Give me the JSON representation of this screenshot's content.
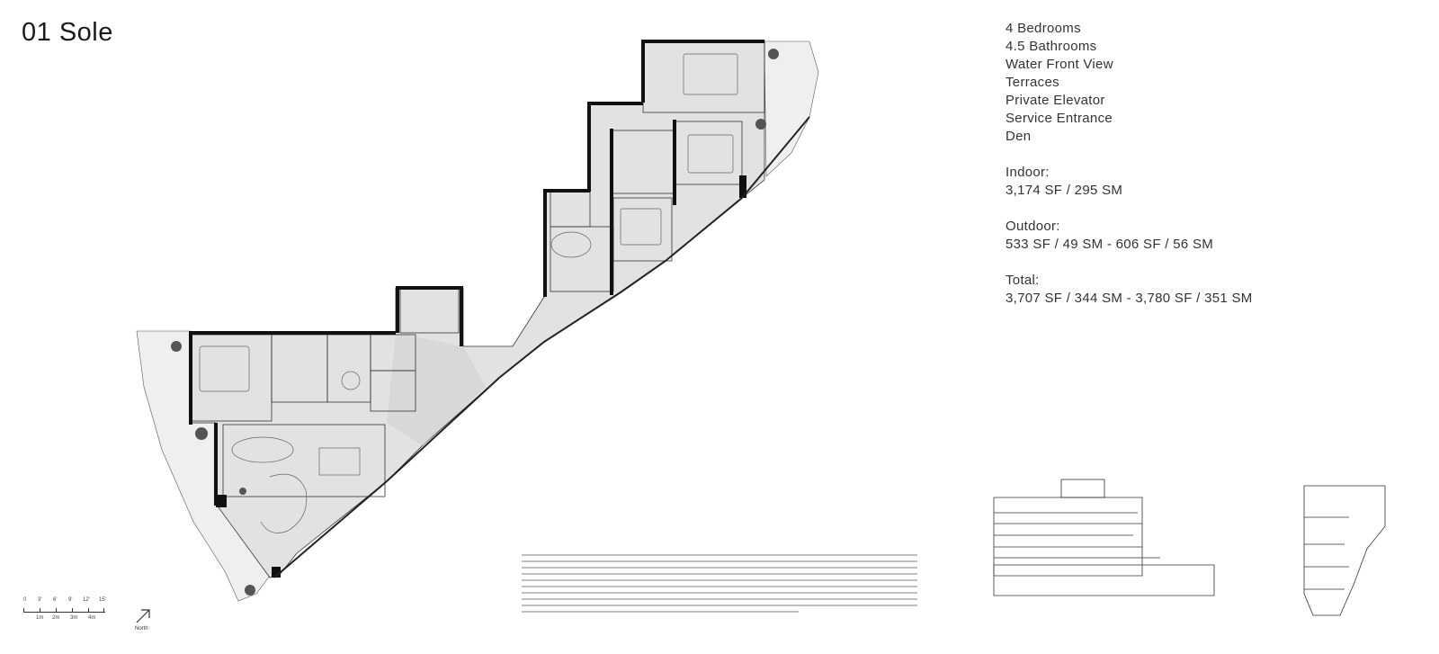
{
  "unit_title": "01 Sole",
  "features": [
    "4 Bedrooms",
    "4.5 Bathrooms",
    "Water Front View",
    "Terraces",
    "Private Elevator",
    "Service Entrance",
    "Den"
  ],
  "areas": {
    "indoor": {
      "label": "Indoor:",
      "value": "3,174 SF / 295 SM"
    },
    "outdoor": {
      "label": "Outdoor:",
      "value": "533 SF / 49 SM - 606 SF / 56 SM"
    },
    "total": {
      "label": "Total:",
      "value": "3,707 SF / 344 SM - 3,780 SF / 351 SM"
    }
  },
  "scale": {
    "feet_ticks": [
      "0",
      "3'",
      "6'",
      "9'",
      "12'",
      "15'"
    ],
    "meter_ticks": [
      "1m",
      "2m",
      "3m",
      "4m"
    ]
  },
  "north_label": "North",
  "colors": {
    "plan_fill": "#e2e2e2",
    "terrace_fill": "#eeeeee",
    "wall": "#111111",
    "text": "#333333"
  }
}
